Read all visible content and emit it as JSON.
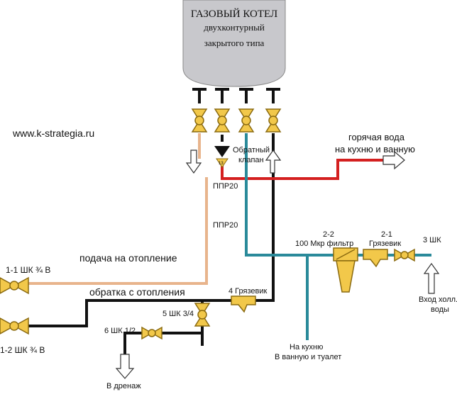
{
  "boiler": {
    "title": "ГАЗОВЫЙ КОТЕЛ",
    "subtitle_1": "двухконтурный",
    "subtitle_2": "закрытого типа"
  },
  "website": "www.k-strategia.ru",
  "labels": {
    "hot_water_1": "горячая вода",
    "hot_water_2": "на кухню и ванную",
    "check_valve_1": "Обратный",
    "check_valve_2": "клапан",
    "ppr20_top": "ППР20",
    "ppr20_mid": "ППР20",
    "filter_code": "2-2",
    "filter_name": "100 Мкр фильтр",
    "strainer_code": "2-1",
    "strainer_name": "Грязевик",
    "valve_3": "3 ШК",
    "cold_in_1": "Вход холл.",
    "cold_in_2": "воды",
    "supply_heating": "подача на отопление",
    "return_heating": "обратка с отопления",
    "strainer_4": "4 Грязевик",
    "valve_5": "5 ШК 3/4",
    "valve_6": "6 ШК 1/2",
    "drain": "В дренаж",
    "valve_1_1": "1-1 ШК ¾ В",
    "valve_1_2": "1-2 ШК ¾ В",
    "kitchen_1": "На кухню",
    "kitchen_2": "В ванную и туалет",
    "check_marker": "13"
  },
  "colors": {
    "boiler_body": "#c8c8cc",
    "pipe_supply": "#e8b48c",
    "pipe_black": "#111111",
    "pipe_hot": "#d42020",
    "pipe_cold": "#2a8a9a",
    "valve_fill": "#f2c84a",
    "valve_stroke": "#8a6a10"
  },
  "icons": [
    "ball-valve-icon",
    "check-valve-icon",
    "strainer-icon",
    "filter-icon",
    "flow-arrow-icon"
  ]
}
